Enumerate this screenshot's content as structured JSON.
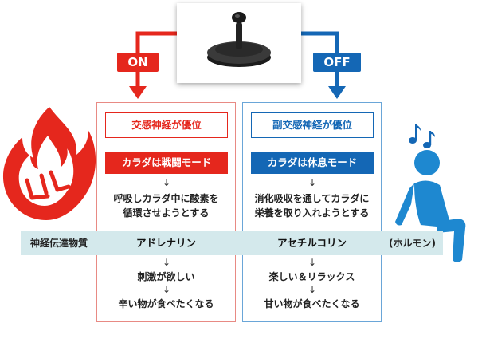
{
  "switch": {
    "on_label": "ON",
    "off_label": "OFF"
  },
  "sympathetic": {
    "heading": "交感神経が優位",
    "mode": "カラダは戦闘モード",
    "arrow1": "↓",
    "description_line1": "呼吸しカラダ中に酸素を",
    "description_line2": "循環させようとする",
    "neurotransmitter": "アドレナリン",
    "arrow2": "↓",
    "result_line1": "刺激が欲しい",
    "arrow3": "↓",
    "result_line2": "辛い物が食べたくなる"
  },
  "parasympathetic": {
    "heading": "副交感神経が優位",
    "mode": "カラダは休息モード",
    "arrow1": "↓",
    "description_line1": "消化吸収を通してカラダに",
    "description_line2": "栄養を取り入れようとする",
    "neurotransmitter": "アセチルコリン",
    "arrow2": "↓",
    "result_line1": "楽しい＆リラックス",
    "arrow3": "↓",
    "result_line2": "甘い物が食べたくなる"
  },
  "band": {
    "left_label": "神経伝達物質",
    "right_label": "(ホルモン)"
  },
  "colors": {
    "on_red": "#e5271d",
    "off_blue": "#1467b5",
    "band_teal": "#d4e9ec"
  },
  "icons": {
    "joystick": "joystick-icon",
    "flame": "flame-fist-icon",
    "relaxing_person": "relaxing-person-icon",
    "music_notes": "music-notes-icon"
  }
}
